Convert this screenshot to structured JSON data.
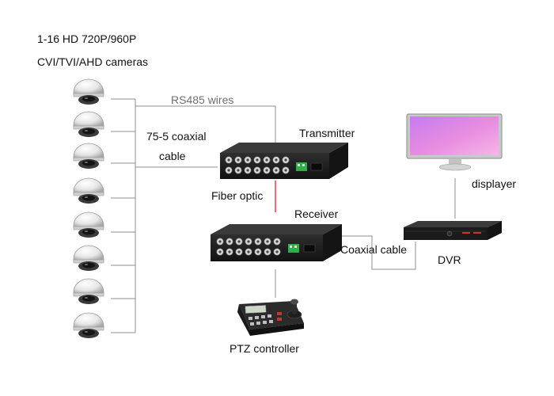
{
  "labels": {
    "camera_title_line1": "1-16 HD 720P/960P",
    "camera_title_line2": "CVI/TVI/AHD cameras",
    "rs485": "RS485 wires",
    "coax_line1": "75-5 coaxial",
    "coax_line2": "cable",
    "transmitter": "Transmitter",
    "fiber": "Fiber optic",
    "receiver": "Receiver",
    "coaxial_cable": "Coaxial cable",
    "dvr": "DVR",
    "displayer": "displayer",
    "ptz": "PTZ controller"
  },
  "colors": {
    "fiber_line": "#e0404a",
    "wire": "#8f8f8f",
    "device_dark": "#1b1b1b",
    "screen_pink": "#e08ae6",
    "led_green": "#2fae4a"
  },
  "camera_count": 8
}
